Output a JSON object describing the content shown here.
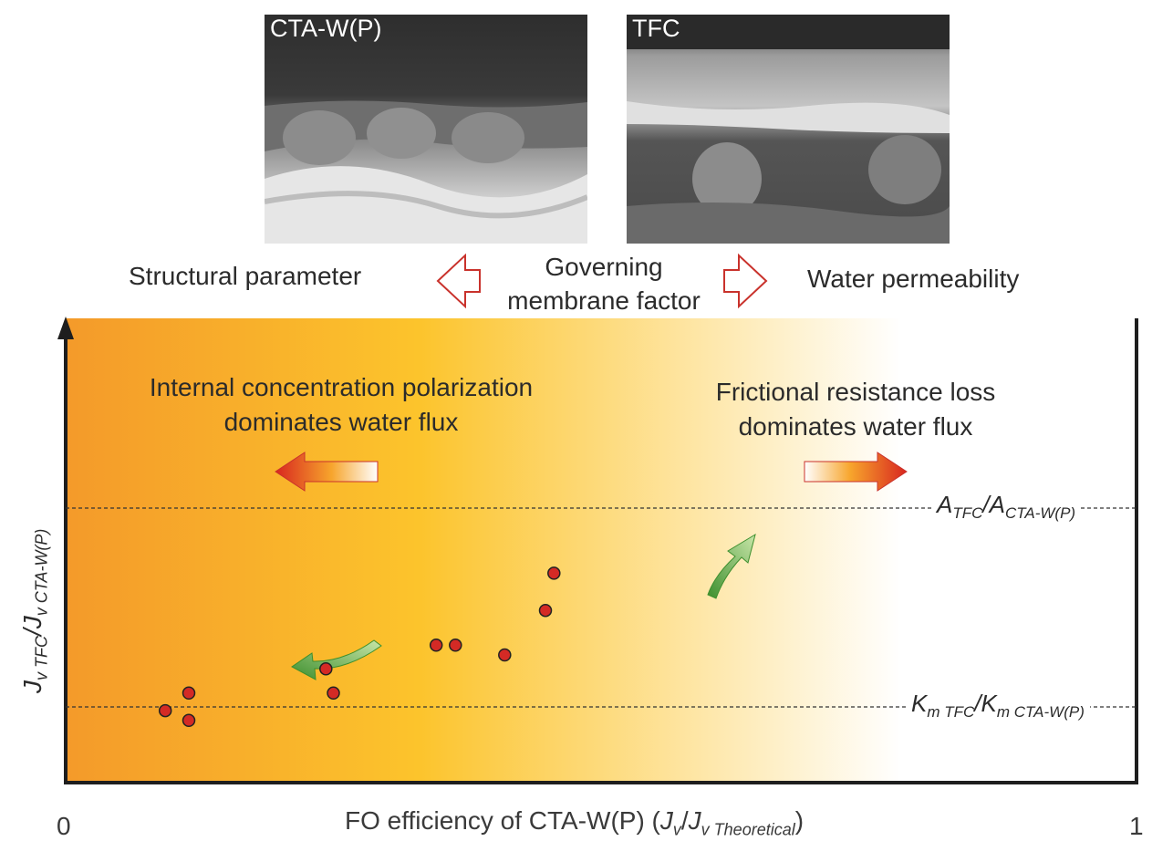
{
  "images": {
    "left": {
      "label": "CTA-W(P)"
    },
    "right": {
      "label": "TFC"
    }
  },
  "membrane_factor": {
    "left": "Structural parameter",
    "center": [
      "Governing",
      "membrane factor"
    ],
    "right": "Water permeability"
  },
  "regions": {
    "left": [
      "Internal concentration polarization",
      "dominates water flux"
    ],
    "right": [
      "Frictional resistance loss",
      "dominates water flux"
    ]
  },
  "axes": {
    "x_label": {
      "main": "FO efficiency of CTA-W(P) (",
      "j1": "J",
      "j1_sub": "v",
      "slash": "/",
      "j2": "J",
      "j2_sub": "v Theoretical",
      "close": ")"
    },
    "x_min": "0",
    "x_max": "1",
    "y_label": {
      "j1": "J",
      "j1_sub": "v TFC",
      "slash": "/",
      "j2": "J",
      "j2_sub": "v CTA-W(P)"
    }
  },
  "ref_lines": {
    "upper": {
      "a": "A",
      "a_sub": "TFC",
      "slash": "/",
      "b": "A",
      "b_sub": "CTA-W(P)"
    },
    "lower": {
      "a": "K",
      "a_sub": "m TFC",
      "slash": "/",
      "b": "K",
      "b_sub": "m CTA-W(P)"
    }
  },
  "colors": {
    "gradient_left": "#f49a2a",
    "gradient_mid": "#fcc42c",
    "gradient_right": "#ffffff",
    "point_fill": "#d42a25",
    "red_arrow": "#d8261f",
    "green_arrow": "#4fa43c"
  },
  "chart_data": {
    "type": "scatter",
    "xlim": [
      0,
      1
    ],
    "series": [
      {
        "points": [
          {
            "x": 0.093,
            "y": 0.155
          },
          {
            "x": 0.115,
            "y": 0.193
          },
          {
            "x": 0.115,
            "y": 0.134
          },
          {
            "x": 0.243,
            "y": 0.245
          },
          {
            "x": 0.25,
            "y": 0.193
          },
          {
            "x": 0.346,
            "y": 0.296
          },
          {
            "x": 0.364,
            "y": 0.296
          },
          {
            "x": 0.41,
            "y": 0.275
          },
          {
            "x": 0.448,
            "y": 0.371
          },
          {
            "x": 0.456,
            "y": 0.451
          }
        ]
      }
    ]
  }
}
